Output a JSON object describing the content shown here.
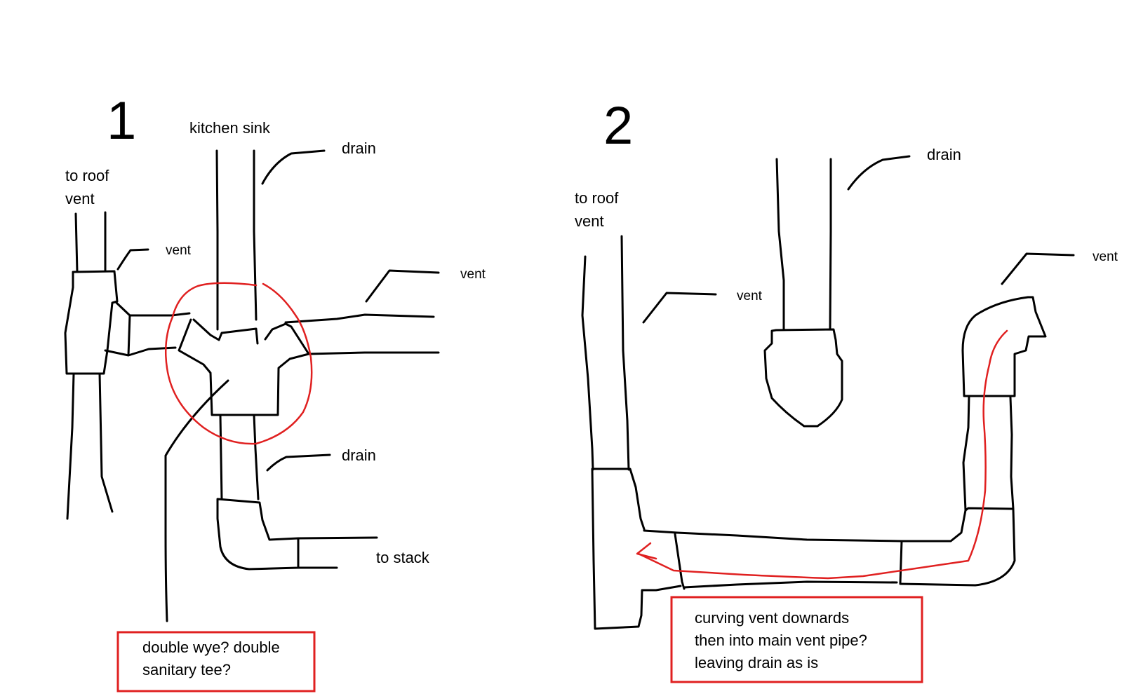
{
  "diagram_1": {
    "number": "1",
    "labels": {
      "kitchen_sink": "kitchen sink",
      "drain_top": "drain",
      "to_roof_vent_line1": "to roof",
      "to_roof_vent_line2": "vent",
      "vent_left": "vent",
      "vent_right": "vent",
      "drain_lower": "drain",
      "to_stack": "to stack"
    },
    "note": {
      "line1": "double wye? double",
      "line2": "sanitary tee?"
    }
  },
  "diagram_2": {
    "number": "2",
    "labels": {
      "drain_top": "drain",
      "to_roof_vent_line1": "to roof",
      "to_roof_vent_line2": "vent",
      "vent_middle": "vent",
      "vent_right": "vent"
    },
    "note": {
      "line1": "curving vent downards",
      "line2": "then into main vent pipe?",
      "line3": "leaving drain as is"
    }
  },
  "colors": {
    "ink": "#000000",
    "marker": "#e02020",
    "background": "#ffffff"
  }
}
